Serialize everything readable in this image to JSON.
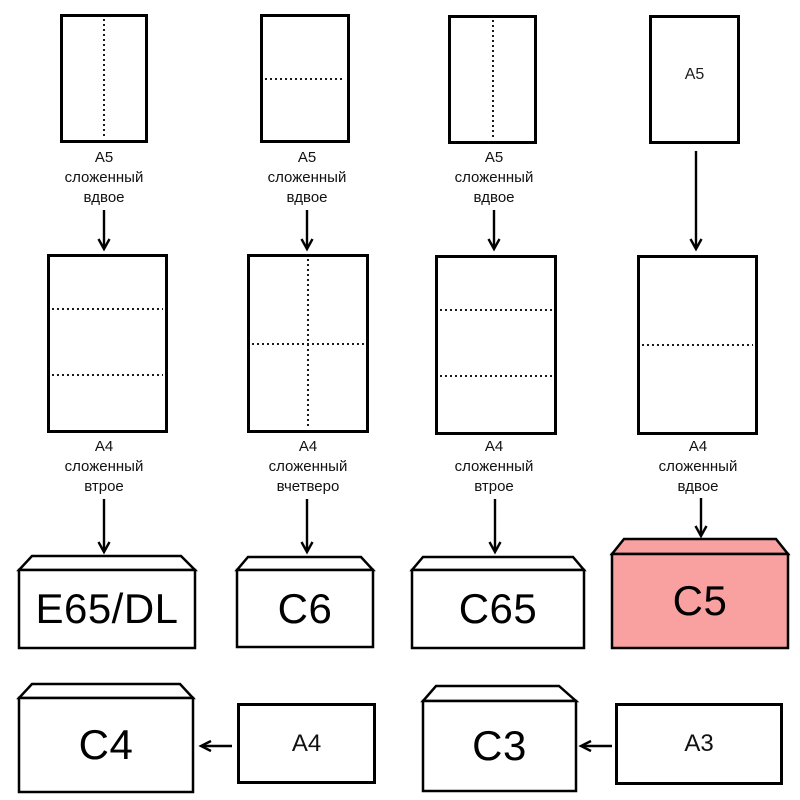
{
  "diagram": {
    "background": "#ffffff",
    "stroke_color": "#000000",
    "highlight_fill": "#f9a0a0",
    "columns": [
      {
        "a5_caption": [
          "А5",
          "сложенный",
          "вдвое"
        ],
        "a4_caption": [
          "А4",
          "сложенный",
          "втрое"
        ],
        "envelope_label": "E65/DL",
        "highlighted": false
      },
      {
        "a5_caption": [
          "А5",
          "сложенный",
          "вдвое"
        ],
        "a4_caption": [
          "А4",
          "сложенный",
          "вчетверо"
        ],
        "envelope_label": "C6",
        "highlighted": false
      },
      {
        "a5_caption": [
          "А5",
          "сложенный",
          "вдвое"
        ],
        "a4_caption": [
          "А4",
          "сложенный",
          "втрое"
        ],
        "envelope_label": "C65",
        "highlighted": false
      },
      {
        "a5_inside_label": "А5",
        "a4_caption": [
          "А4",
          "сложенный",
          "вдвое"
        ],
        "envelope_label": "C5",
        "highlighted": true
      }
    ],
    "bottom_row": [
      {
        "envelope_label": "C4",
        "source_label": "А4"
      },
      {
        "envelope_label": "C3",
        "source_label": "А3"
      }
    ]
  }
}
